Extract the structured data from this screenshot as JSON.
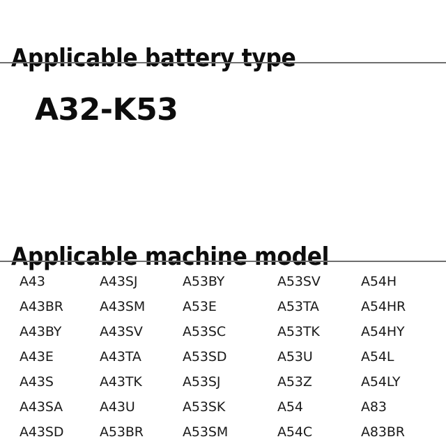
{
  "battery_section": {
    "heading": "Applicable battery type",
    "value": "A32-K53"
  },
  "machine_section": {
    "heading": "Applicable machine model",
    "columns": [
      [
        "A43",
        "A43BR",
        "A43BY",
        "A43E",
        "A43S",
        "A43SA",
        "A43SD"
      ],
      [
        "A43SJ",
        "A43SM",
        "A43SV",
        "A43TA",
        "A43TK",
        "A43U",
        "A53BR"
      ],
      [
        "A53BY",
        "A53E",
        "A53SC",
        "A53SD",
        "A53SJ",
        "A53SK",
        "A53SM"
      ],
      [
        "A53SV",
        "A53TA",
        "A53TK",
        "A53U",
        "A53Z",
        "A54",
        "A54C"
      ],
      [
        "A54H",
        "A54HR",
        "A54HY",
        "A54L",
        "A54LY",
        "A83",
        "A83BR"
      ]
    ]
  },
  "style": {
    "background_color": "#ffffff",
    "text_color": "#1a1a1a",
    "heading_color": "#0d0d0d",
    "divider_color": "#6e6e6e"
  }
}
